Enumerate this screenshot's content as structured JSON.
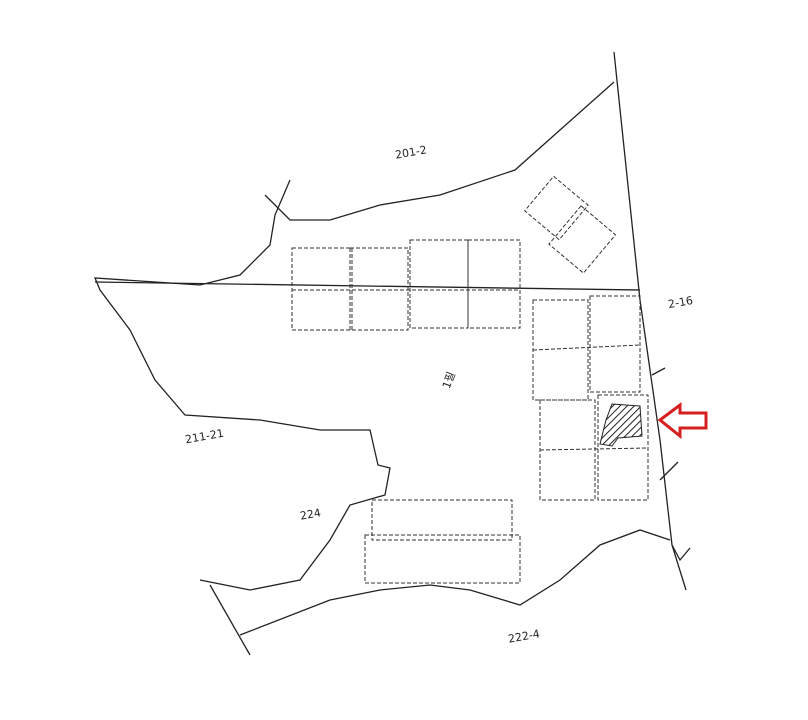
{
  "parcels": [
    {
      "label": "201-2"
    },
    {
      "label": "2-16"
    },
    {
      "label": "211-21"
    },
    {
      "label": "224"
    },
    {
      "label": "222-4"
    },
    {
      "label": "1필"
    }
  ],
  "marker": {
    "icon": "left-arrow-icon",
    "color": "#d62020"
  },
  "highlight": {
    "pattern": "hatched",
    "color": "#222222"
  }
}
